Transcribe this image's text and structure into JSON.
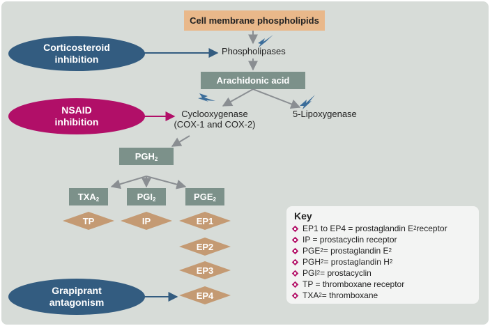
{
  "nodes": {
    "cell_membrane": "Cell membrane phospholipids",
    "phospholipases": "Phospholipases",
    "arachidonic_acid": "Arachidonic acid",
    "cyclooxygenase_line1": "Cyclooxygenase",
    "cyclooxygenase_line2": "(COX-1 and COX-2)",
    "lipoxygenase": "5-Lipoxygenase",
    "pgh2": {
      "base": "PGH",
      "sub": "2"
    },
    "txa2": {
      "base": "TXA",
      "sub": "2"
    },
    "pgi2": {
      "base": "PGI",
      "sub": "2"
    },
    "pge2": {
      "base": "PGE",
      "sub": "2"
    }
  },
  "inhibitors": {
    "corticosteroid": {
      "line1": "Corticosteroid",
      "line2": "inhibition"
    },
    "nsaid": {
      "line1": "NSAID",
      "line2": "inhibition"
    },
    "grapiprant": {
      "line1": "Grapiprant",
      "line2": "antagonism"
    }
  },
  "receptors": {
    "tp": "TP",
    "ip": "IP",
    "ep1": "EP1",
    "ep2": "EP2",
    "ep3": "EP3",
    "ep4": "EP4"
  },
  "key": {
    "title": "Key",
    "items": [
      {
        "pre": "EP1 to EP4 = prostaglandin E",
        "sub": "2",
        "post": " receptor"
      },
      {
        "pre": "IP = prostacyclin receptor",
        "sub": "",
        "post": ""
      },
      {
        "pre": "PGE",
        "sub": "2",
        "post": " = prostaglandin E",
        "sub2": "2"
      },
      {
        "pre": "PGH",
        "sub": "2",
        "post": " = prostaglandin H",
        "sub2": "2"
      },
      {
        "pre": "PGI",
        "sub": "2",
        "post": " = prostacyclin"
      },
      {
        "pre": "TP = thromboxane receptor",
        "sub": "",
        "post": ""
      },
      {
        "pre": "TXA",
        "sub": "2",
        "post": " = thromboxane"
      }
    ]
  },
  "colors": {
    "background": "#d7dcd8",
    "box_green": "#7c918a",
    "source_box": "#e9b88a",
    "oval_blue": "#335c80",
    "oval_magenta": "#b10f68",
    "diamond_tan": "#c49a73",
    "arrow_gray": "#8a8e92",
    "bolt_blue": "#3b6d9a"
  },
  "icons": {
    "inhibition_mark": "lightning-bolt-icon",
    "key_bullet": "diamond-bullet-icon"
  }
}
